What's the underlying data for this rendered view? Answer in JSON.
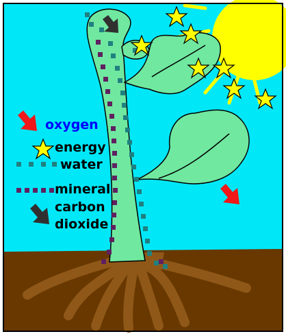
{
  "legend": {
    "oxygen": "oxygen",
    "energy": "energy",
    "water": "water",
    "mineral": "mineral",
    "carbon_line1": "carbon",
    "carbon_line2": "dioxide"
  },
  "icons": {
    "oxygen": "red-arrow",
    "energy": "yellow-star",
    "water": "teal-dots",
    "mineral": "purple-dots",
    "carbon_dioxide": "dark-gray-arrow"
  },
  "colors": {
    "sky": "#00E8F8",
    "sun": "#FFFF00",
    "plant": "#70E8A0",
    "soil": "#683800",
    "root": "#905818",
    "water": "#208080",
    "mineral": "#602060",
    "oxygen_arrow": "#F01818",
    "co2_arrow": "#303030",
    "oxygen_text": "#0000FF"
  }
}
